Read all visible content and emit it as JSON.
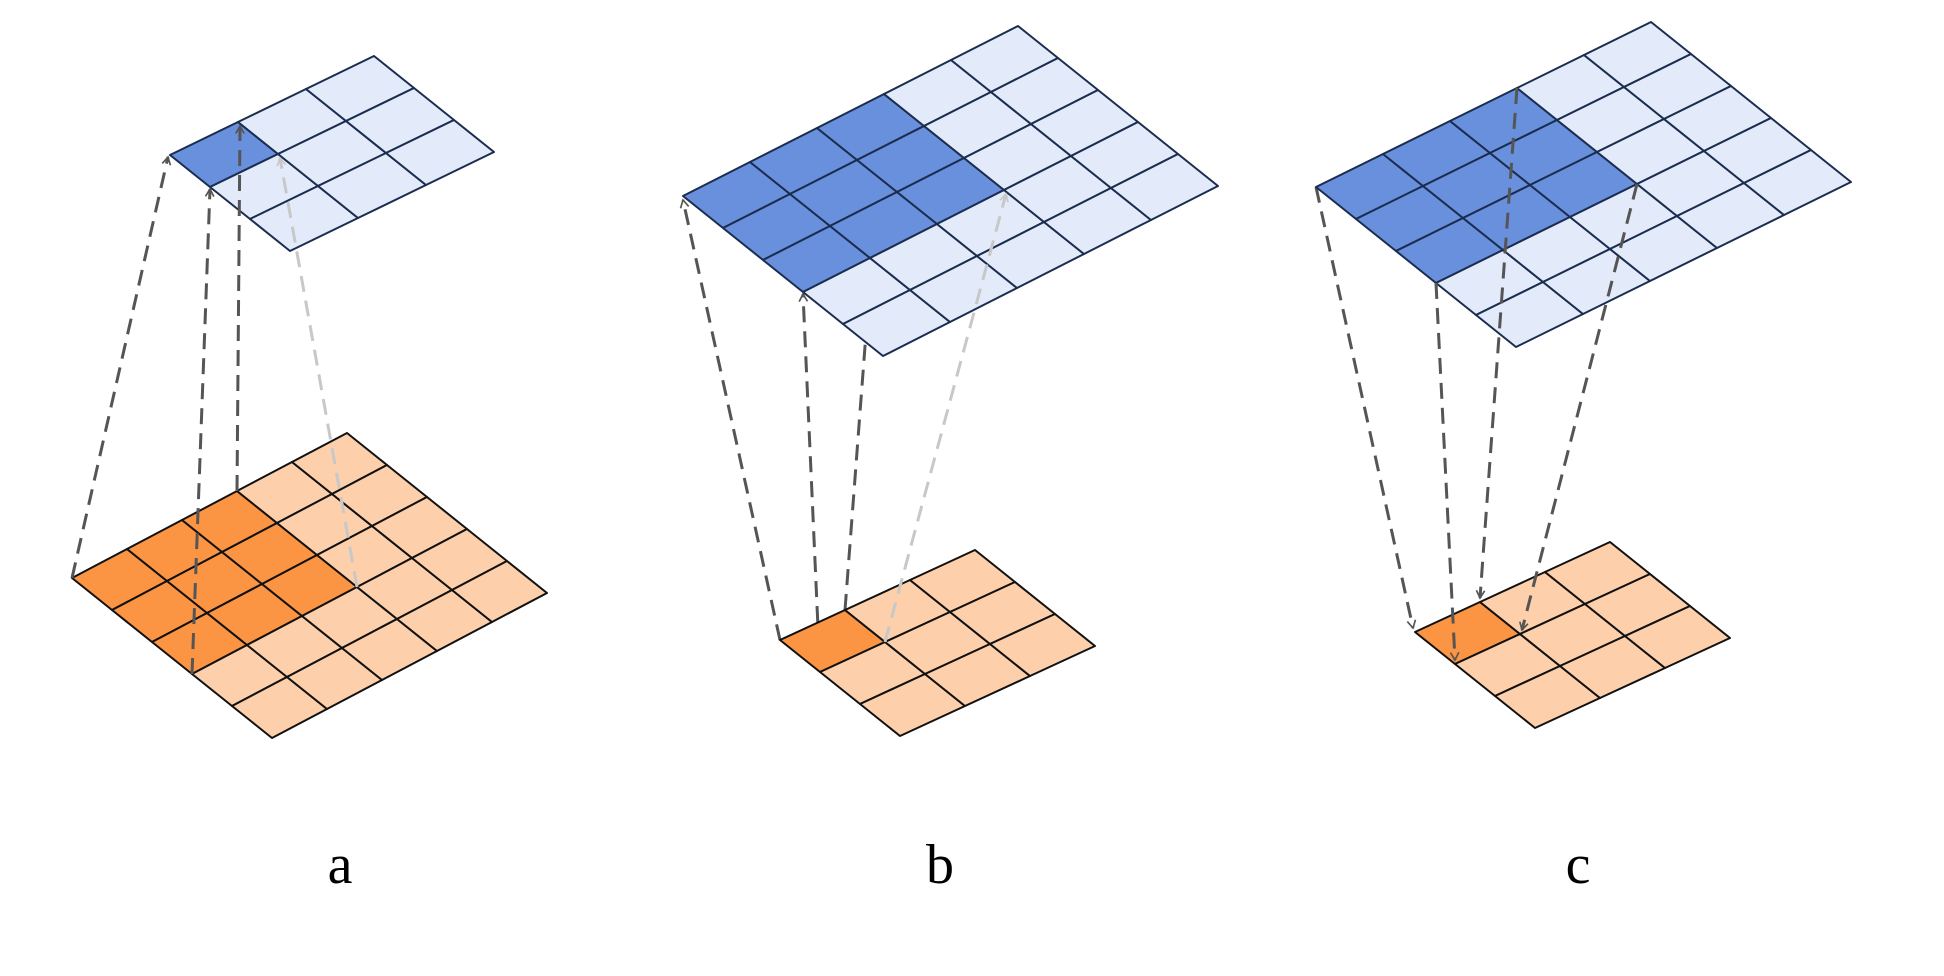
{
  "figure": {
    "panels": [
      {
        "id": "a",
        "label": "a",
        "input_grid": {
          "size": 5,
          "highlighted": [
            [
              0,
              0
            ],
            [
              0,
              1
            ],
            [
              0,
              2
            ],
            [
              1,
              0
            ],
            [
              1,
              1
            ],
            [
              1,
              2
            ],
            [
              2,
              0
            ],
            [
              2,
              1
            ],
            [
              2,
              2
            ]
          ]
        },
        "output_grid": {
          "size": 3,
          "highlighted": [
            [
              0,
              0
            ]
          ]
        },
        "arrow_direction": "input-to-output"
      },
      {
        "id": "b",
        "label": "b",
        "input_grid": {
          "size": 3,
          "highlighted": [
            [
              0,
              0
            ]
          ]
        },
        "output_grid": {
          "size": 5,
          "highlighted": [
            [
              0,
              0
            ],
            [
              0,
              1
            ],
            [
              0,
              2
            ],
            [
              1,
              0
            ],
            [
              1,
              1
            ],
            [
              1,
              2
            ],
            [
              2,
              0
            ],
            [
              2,
              1
            ],
            [
              2,
              2
            ]
          ]
        },
        "arrow_direction": "input-to-output"
      },
      {
        "id": "c",
        "label": "c",
        "input_grid": {
          "size": 3,
          "highlighted": [
            [
              0,
              0
            ]
          ]
        },
        "output_grid": {
          "size": 5,
          "highlighted": [
            [
              0,
              0
            ],
            [
              0,
              1
            ],
            [
              0,
              2
            ],
            [
              1,
              0
            ],
            [
              1,
              1
            ],
            [
              1,
              2
            ],
            [
              2,
              0
            ],
            [
              2,
              1
            ],
            [
              2,
              2
            ]
          ]
        },
        "arrow_direction": "output-to-input"
      }
    ]
  },
  "colors": {
    "input_light": "#fdd0ab",
    "input_highlight": "#fb9544",
    "input_stroke": "#111111",
    "output_light": "#e3ebfb",
    "output_highlight": "#6990dd",
    "output_stroke": "#1b2d4f",
    "arrow": "#555555",
    "arrow_faded": "#c8c8c8"
  }
}
